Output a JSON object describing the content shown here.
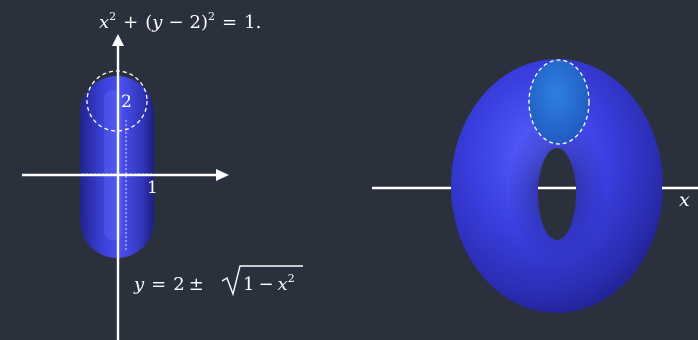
{
  "left_figure": {
    "circle_equation": {
      "x_var": "x",
      "y_var": "y",
      "plus": "+",
      "open_paren": "(",
      "minus": "−",
      "two": "2",
      "close_paren": ")",
      "squared": "2",
      "equals": "=",
      "rhs": "1."
    },
    "center_label": "2",
    "radius_label": "1",
    "curve_equation": {
      "y_var": "y",
      "equals": "=",
      "two": "2",
      "plus_minus": "±",
      "one": "1",
      "minus": "−",
      "x_var": "x",
      "squared": "2"
    }
  },
  "right_figure": {
    "axis_label": "x"
  },
  "colors": {
    "background": "#2b313c",
    "axis": "#ffffff",
    "torus_blue": "#3a3fd0",
    "cross_section_blue": "#2d6fd0",
    "dashed_outline": "#ffffff"
  }
}
